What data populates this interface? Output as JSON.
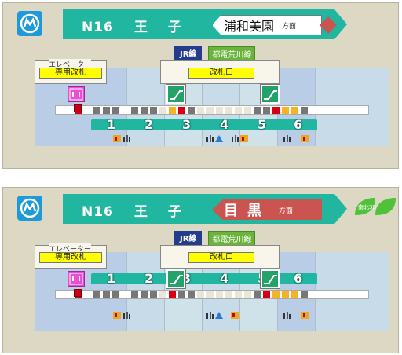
{
  "station": {
    "code": "N16",
    "name": "王 子"
  },
  "panels": [
    {
      "destination": "浦和美園",
      "direction": "方面",
      "elevator_caption": "エレベーター",
      "elevator_gate": "専用改札",
      "gate": "改札口",
      "lines": [
        "JR線",
        "都電荒川線"
      ],
      "car_numbers": [
        "1",
        "2",
        "3",
        "4",
        "5",
        "6"
      ]
    },
    {
      "destination": "目黒",
      "direction": "方面",
      "elevator_caption": "エレベーター",
      "elevator_gate": "専用改札",
      "gate": "改札口",
      "lines": [
        "JR線",
        "都電荒川線"
      ],
      "car_numbers": [
        "1",
        "2",
        "3",
        "4",
        "5",
        "6"
      ]
    }
  ],
  "badge": {
    "text": "南北39"
  },
  "colors": {
    "line": "#20b6a0",
    "accent_red": "#c95450",
    "jr": "#233d8c",
    "toei": "#6ab43b"
  },
  "icons": [
    "metro-logo-icon",
    "escalator-icon",
    "elevator-icon",
    "barrier-free-icon",
    "wheelchair-icon",
    "accessible-toilet-icon",
    "stroller-icon"
  ]
}
